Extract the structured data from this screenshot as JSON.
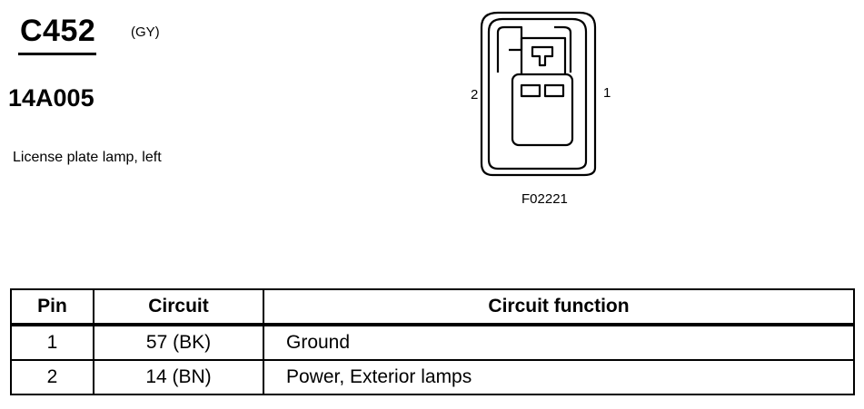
{
  "connector": {
    "id": "C452",
    "color": "(GY)",
    "part_number": "14A005",
    "description": "License plate lamp, left"
  },
  "diagram": {
    "pin_labels": [
      "2",
      "1"
    ],
    "figure_code": "F02221"
  },
  "table": {
    "headers": [
      "Pin",
      "Circuit",
      "Circuit function"
    ],
    "rows": [
      {
        "pin": "1",
        "circuit": "57 (BK)",
        "function": "Ground"
      },
      {
        "pin": "2",
        "circuit": "14 (BN)",
        "function": "Power, Exterior lamps"
      }
    ]
  }
}
